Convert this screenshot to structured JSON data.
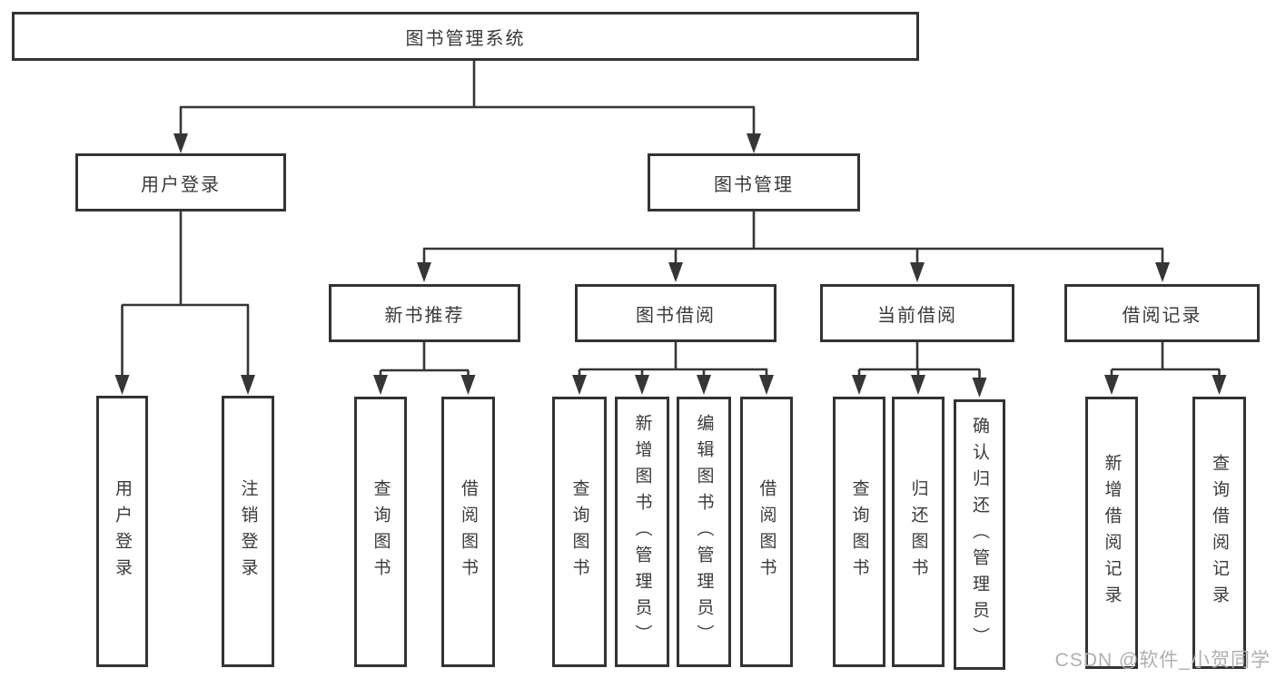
{
  "nodes": {
    "root": "图书管理系统",
    "user_login": "用户登录",
    "book_mgmt": "图书管理",
    "new_book_rec": "新书推荐",
    "book_borrow": "图书借阅",
    "current_borrow": "当前借阅",
    "borrow_record": "借阅记录",
    "leaf_user_login": "用户登录",
    "leaf_logout": "注销登录",
    "nbr_query": "查询图书",
    "nbr_borrow": "借阅图书",
    "bb_query": "查询图书",
    "bb_add": "新增图书（管理员）",
    "bb_edit": "编辑图书（管理员）",
    "bb_borrow": "借阅图书",
    "cb_query": "查询图书",
    "cb_return": "归还图书",
    "cb_confirm": "确认归还（管理员）",
    "br_add": "新增借阅记录",
    "br_query": "查询借阅记录"
  },
  "watermark": {
    "text": "CSDN @软件_小贺同学"
  },
  "colors": {
    "line": "#363636",
    "border": "#333333",
    "text": "#3a3a3a",
    "background": "#ffffff",
    "watermark": "#afafaf"
  }
}
